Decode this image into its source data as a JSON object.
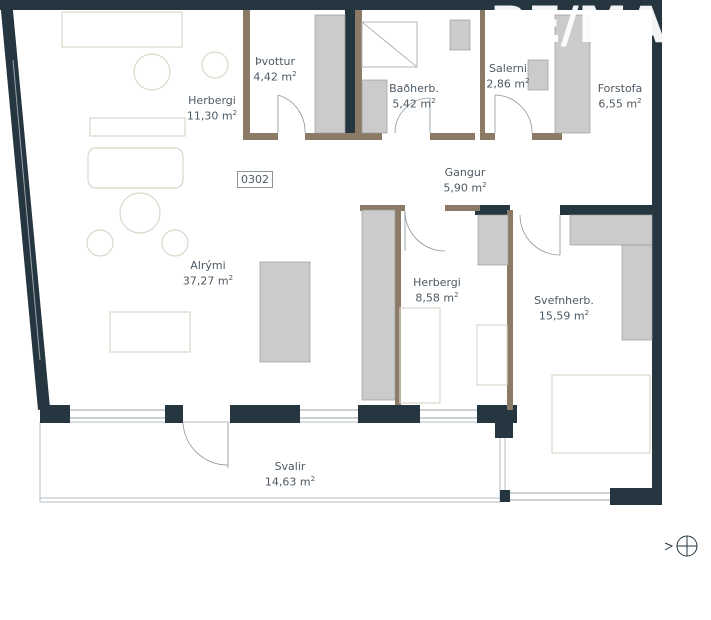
{
  "unit_number": "0302",
  "logo_text": "RE/MAX",
  "area_unit": "m",
  "area_unit_exp": "2",
  "rooms": [
    {
      "name": "Herbergi",
      "area": "11,30"
    },
    {
      "name": "Þvottur",
      "area": "4,42"
    },
    {
      "name": "Baðherb.",
      "area": "5,42"
    },
    {
      "name": "Salerni",
      "area": "2,86"
    },
    {
      "name": "Forstofa",
      "area": "6,55"
    },
    {
      "name": "Gangur",
      "area": "5,90"
    },
    {
      "name": "Alrými",
      "area": "37,27"
    },
    {
      "name": "Herbergi",
      "area": "8,58"
    },
    {
      "name": "Svefnherb.",
      "area": "15,59"
    },
    {
      "name": "Svalir",
      "area": "14,63"
    }
  ],
  "colors": {
    "outer_wall": "#263641",
    "inner_wall": "#8b7b66",
    "fixture": "#cbcbcb",
    "furniture": "#e2ddd4"
  },
  "compass_icon": "north-arrow"
}
